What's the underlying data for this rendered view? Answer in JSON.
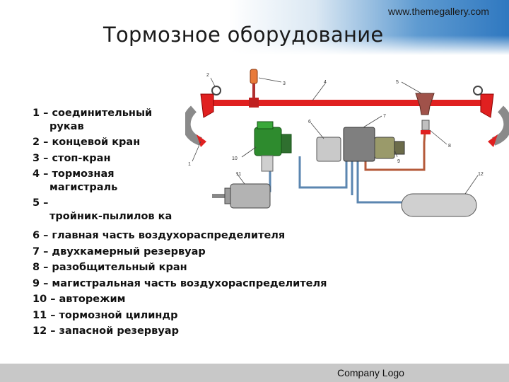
{
  "slide": {
    "title": "Тормозное оборудование",
    "website": "www.themegallery.com",
    "company_logo": "Company Logo"
  },
  "legend_top": [
    {
      "num": "1 –",
      "label": "соединительный",
      "cont": "рукав"
    },
    {
      "num": "2 –",
      "label": "концевой кран",
      "cont": ""
    },
    {
      "num": "3 –",
      "label": "стоп-кран",
      "cont": ""
    },
    {
      "num": "4 –",
      "label": "тормозная",
      "cont": "магистраль"
    },
    {
      "num": "5 –",
      "label": "",
      "cont": "тройник-пылилов ка"
    }
  ],
  "legend_bottom": [
    "6 – главная часть воздухораспределителя",
    "7 – двухкамерный резервуар",
    "8 – разобщительный кран",
    "9 – магистральная часть воздухораспределителя",
    "10 – авторежим",
    "11 – тормозной цилиндр",
    "12 – запасной резервуар"
  ],
  "diagram_labels": {
    "l1": "1",
    "l2": "2",
    "l3": "3",
    "l4": "4",
    "l5": "5",
    "l6": "6",
    "l7": "7",
    "l8": "8",
    "l9": "9",
    "l10": "10",
    "l11": "11",
    "l12": "12"
  },
  "colors": {
    "brake_line": "#e02020",
    "hose": "#8a8a8a",
    "green_valve": "#2e8b2e",
    "pipe_blue": "#5b86b0",
    "pipe_brown": "#b55a3a",
    "reservoir": "#d0d0d0",
    "footer": "#c8c8c8"
  }
}
